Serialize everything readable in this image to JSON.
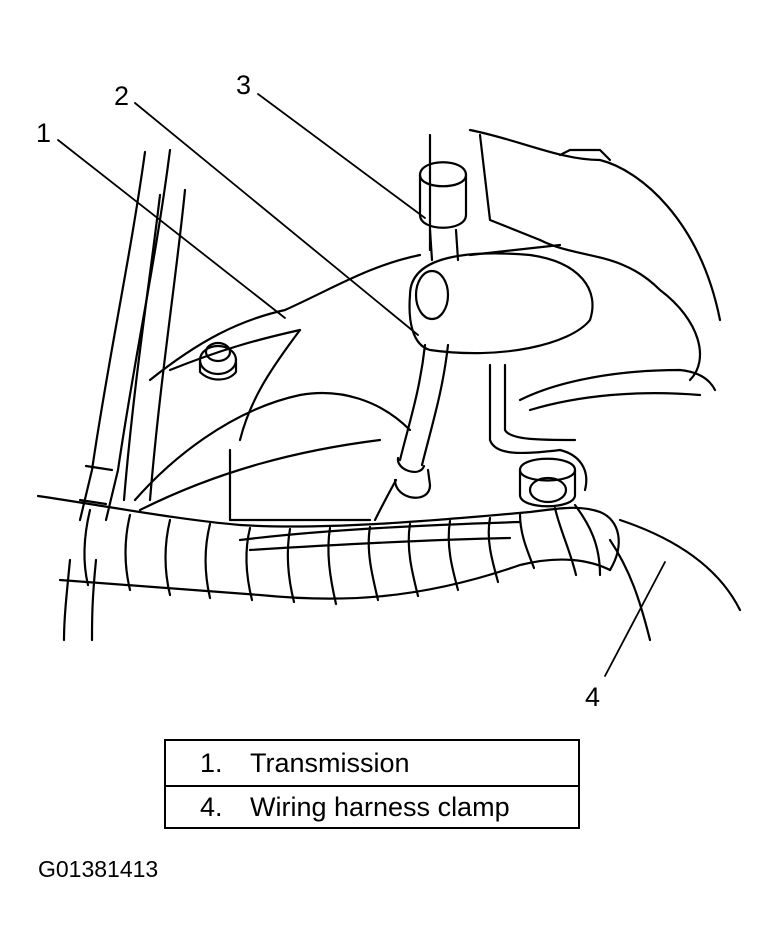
{
  "callouts": [
    {
      "id": "1",
      "label": "1"
    },
    {
      "id": "2",
      "label": "2"
    },
    {
      "id": "3",
      "label": "3"
    },
    {
      "id": "4",
      "label": "4"
    }
  ],
  "legend": [
    {
      "number": "1.",
      "text": "Transmission"
    },
    {
      "number": "4.",
      "text": "Wiring harness clamp"
    }
  ],
  "figure_id": "G01381413"
}
